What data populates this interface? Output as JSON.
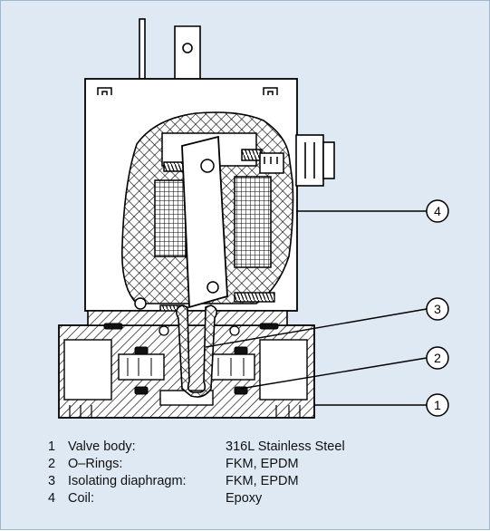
{
  "callouts": [
    "1",
    "2",
    "3",
    "4"
  ],
  "legend": [
    {
      "number": "1",
      "name": "Valve body:",
      "material": "316L Stainless Steel"
    },
    {
      "number": "2",
      "name": "O–Rings:",
      "material": "FKM, EPDM"
    },
    {
      "number": "3",
      "name": "Isolating diaphragm:",
      "material": "FKM, EPDM"
    },
    {
      "number": "4",
      "name": "Coil:",
      "material": "Epoxy"
    }
  ],
  "colors": {
    "background": "#dfe9f4",
    "border": "#9fb6cc",
    "drawing": "#000000",
    "part_fill": "#ffffff"
  }
}
